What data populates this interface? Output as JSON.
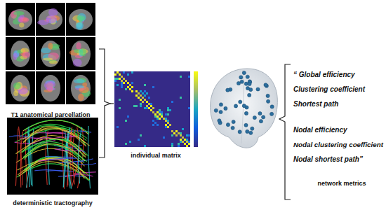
{
  "diagram": {
    "nodes": [
      {
        "text": [
          "T1 anatomical parcellation"
        ]
      },
      {
        "text": [
          "deterministic tractography"
        ]
      },
      {
        "text": [
          "individual matrix"
        ]
      }
    ],
    "labels": [
      "“ Global efficiency",
      "Clustering coefficient",
      "Shortest path",
      "Nodal efficiency",
      "Nodal clustering coefficient",
      "Nodal shortest path”",
      "network metrics"
    ]
  }
}
